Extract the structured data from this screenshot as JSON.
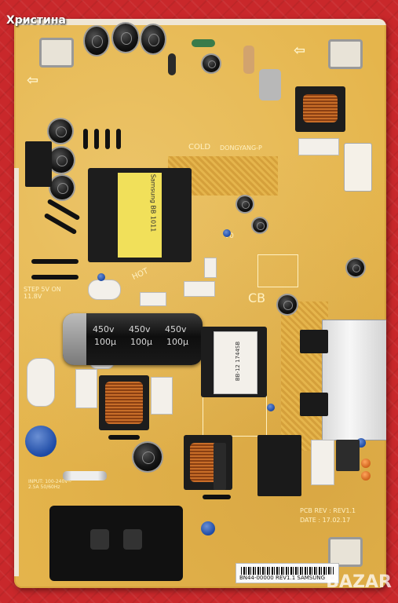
{
  "watermark": "Христина",
  "site_mark": "BAZAR",
  "silkscreen": {
    "cold": "COLD",
    "dongyang": "DONGYANG-P",
    "hot": "HOT",
    "cb": "CB",
    "pcb_rev": "PCB REV : REV1.1",
    "date": "DATE : 17.02.17",
    "input": "INPUT: 100-240V~  2.5A 50/60Hz",
    "step": "STEP 5V ON 11.8V",
    "v0": "V0"
  },
  "bulk_capacitor": {
    "voltage_1": "450v",
    "voltage_2": "450v",
    "voltage_3": "450v",
    "cap_1": "100μ",
    "cap_2": "100μ",
    "cap_3": "100μ"
  },
  "transformer_main_text": "Samsung BB 1011",
  "transformer_aux_text": "BB-12 1744SB",
  "label_barcode_text": "BN44-00000 REV1.1 SAMSUNG",
  "colors": {
    "background": "#c9282b",
    "pcb": "#e5b54c",
    "silkscreen": "#fff1c2"
  }
}
